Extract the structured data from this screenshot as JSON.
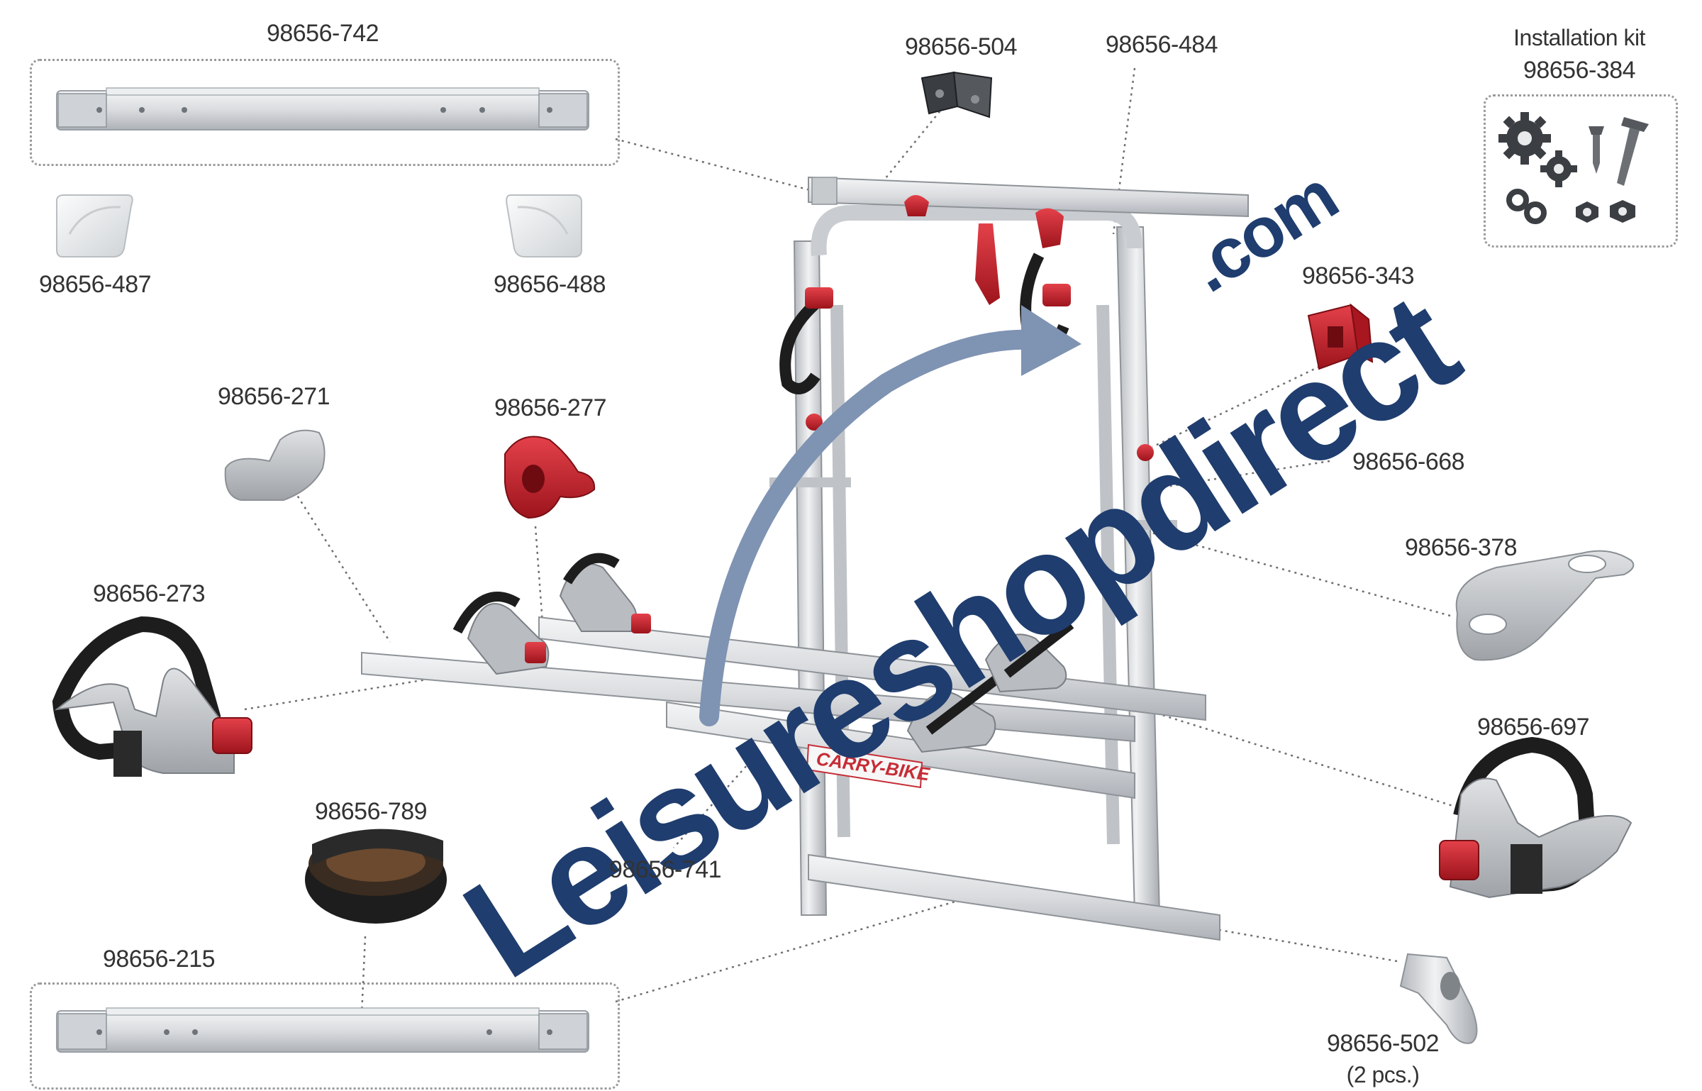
{
  "diagram": {
    "colors": {
      "background": "#ffffff",
      "label": "#333333",
      "leader": "#6f6f6f",
      "aluminium": "#d9dbde",
      "aluminium_dark": "#a9adb3",
      "plastic_red": "#c8202a",
      "plastic_grey": "#b9bcc0",
      "strap_black": "#1d1d1d",
      "watermark_blue": "#1f3d6e",
      "watermark_arrow": "#7f93b3",
      "decal_red": "#c62d36"
    },
    "labels": {
      "p742": "98656-742",
      "p504": "98656-504",
      "p484": "98656-484",
      "kit_title": "Installation kit",
      "p384": "98656-384",
      "p487": "98656-487",
      "p488": "98656-488",
      "p343": "98656-343",
      "p271": "98656-271",
      "p277": "98656-277",
      "p668": "98656-668",
      "p378": "98656-378",
      "p273": "98656-273",
      "p697": "98656-697",
      "p789": "98656-789",
      "p741": "98656-741",
      "p215": "98656-215",
      "p502": "98656-502",
      "p502_qty": "(2 pcs.)"
    },
    "decal": "CARRY-BIKE",
    "watermark": {
      "main": "Leisureshopdirect",
      "suffix": ".com"
    },
    "icons": [
      "gear-icon",
      "screw-icon",
      "chain-icon",
      "nut-icon"
    ]
  }
}
